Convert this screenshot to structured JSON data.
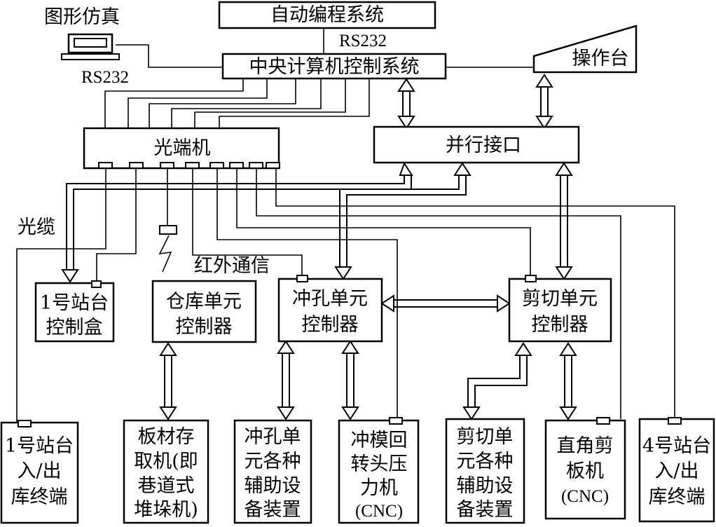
{
  "top": {
    "auto_programming": "自动编程系统",
    "rs232_top": "RS232",
    "central_control": "中央计算机控制系统",
    "graphic_sim": "图形仿真",
    "rs232_left": "RS232",
    "operator_console": "操作台"
  },
  "middle": {
    "optical_terminal": "光端机",
    "parallel_interface": "并行接口",
    "optical_cable": "光缆",
    "infrared_comm": "红外通信"
  },
  "controllers": {
    "station1_box": [
      "1号站台",
      "控制盒"
    ],
    "warehouse": [
      "仓库单元",
      "控制器"
    ],
    "punching": [
      "冲孔单元",
      "控制器"
    ],
    "shearing": [
      "剪切单元",
      "控制器"
    ]
  },
  "bottom": {
    "station1_terminal": [
      "1号站台",
      "入/出",
      "库终端"
    ],
    "sheet_stacker": [
      "板材存",
      "取机(即",
      "巷道式",
      "堆垛机)"
    ],
    "punch_aux": [
      "冲孔单",
      "元各种",
      "辅助设",
      "备装置"
    ],
    "turret_press": [
      "冲模回",
      "转头压",
      "力机",
      "(CNC)"
    ],
    "shear_aux": [
      "剪切单",
      "元各种",
      "辅助设",
      "备装置"
    ],
    "right_angle_shear": [
      "直角剪",
      "板机",
      "(CNC)"
    ],
    "station4_terminal": [
      "4号站台",
      "入/出",
      "库终端"
    ]
  }
}
